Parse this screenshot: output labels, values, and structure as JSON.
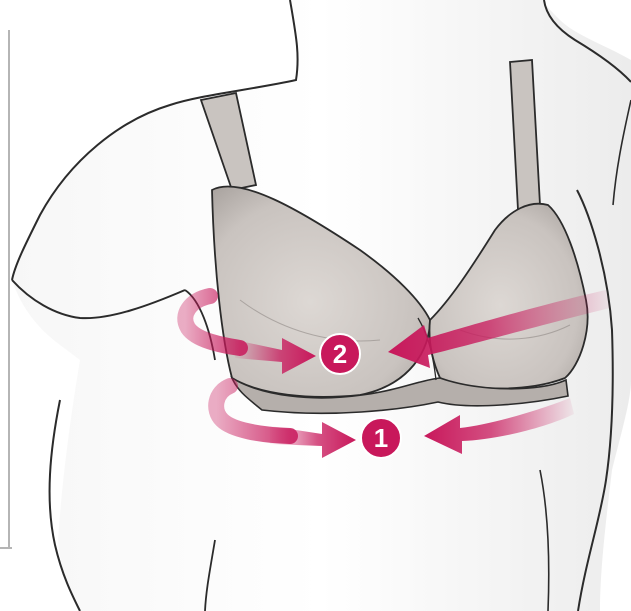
{
  "figure": {
    "markers": [
      {
        "id": "marker-1",
        "label": "1"
      },
      {
        "id": "marker-2",
        "label": "2"
      }
    ]
  },
  "colors": {
    "accent": "#c8185b",
    "skin": "#f4f4f4",
    "bra": "#c9c4c0",
    "bra_dark": "#9e9894",
    "outline": "#2b2b2b",
    "frame": "#bdbdbd"
  },
  "icons": [
    "arrow-icon"
  ]
}
